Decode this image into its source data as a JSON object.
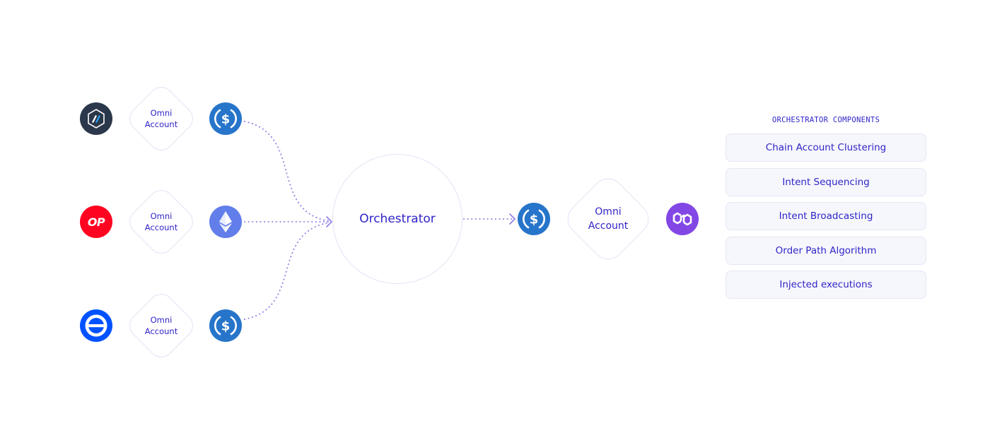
{
  "sources": [
    {
      "chain_icon": "arbitrum-icon",
      "omni_label_line1": "Omni",
      "omni_label_line2": "Account",
      "token_icon": "usdc-icon"
    },
    {
      "chain_icon": "optimism-icon",
      "chain_text": "OP",
      "omni_label_line1": "Omni",
      "omni_label_line2": "Account",
      "token_icon": "ethereum-icon"
    },
    {
      "chain_icon": "base-icon",
      "omni_label_line1": "Omni",
      "omni_label_line2": "Account",
      "token_icon": "usdc-icon"
    }
  ],
  "orchestrator": {
    "label": "Orchestrator"
  },
  "destination": {
    "token_icon": "usdc-icon",
    "omni_label_line1": "Omni",
    "omni_label_line2": "Account",
    "chain_icon": "polygon-icon"
  },
  "components": {
    "title": "ORCHESTRATOR COMPONENTS",
    "items": [
      "Chain Account Clustering",
      "Intent Sequencing",
      "Intent Broadcasting",
      "Order Path Algorithm",
      "Injected executions"
    ]
  },
  "colors": {
    "accent": "#3024c7",
    "border": "#e2e3f5",
    "connector": "#8d7fe6",
    "usdc": "#2775ca",
    "ethereum": "#627eea",
    "arbitrum": "#2b374b",
    "optimism": "#ff0420",
    "base": "#0052ff",
    "polygon": "#8247e5"
  }
}
